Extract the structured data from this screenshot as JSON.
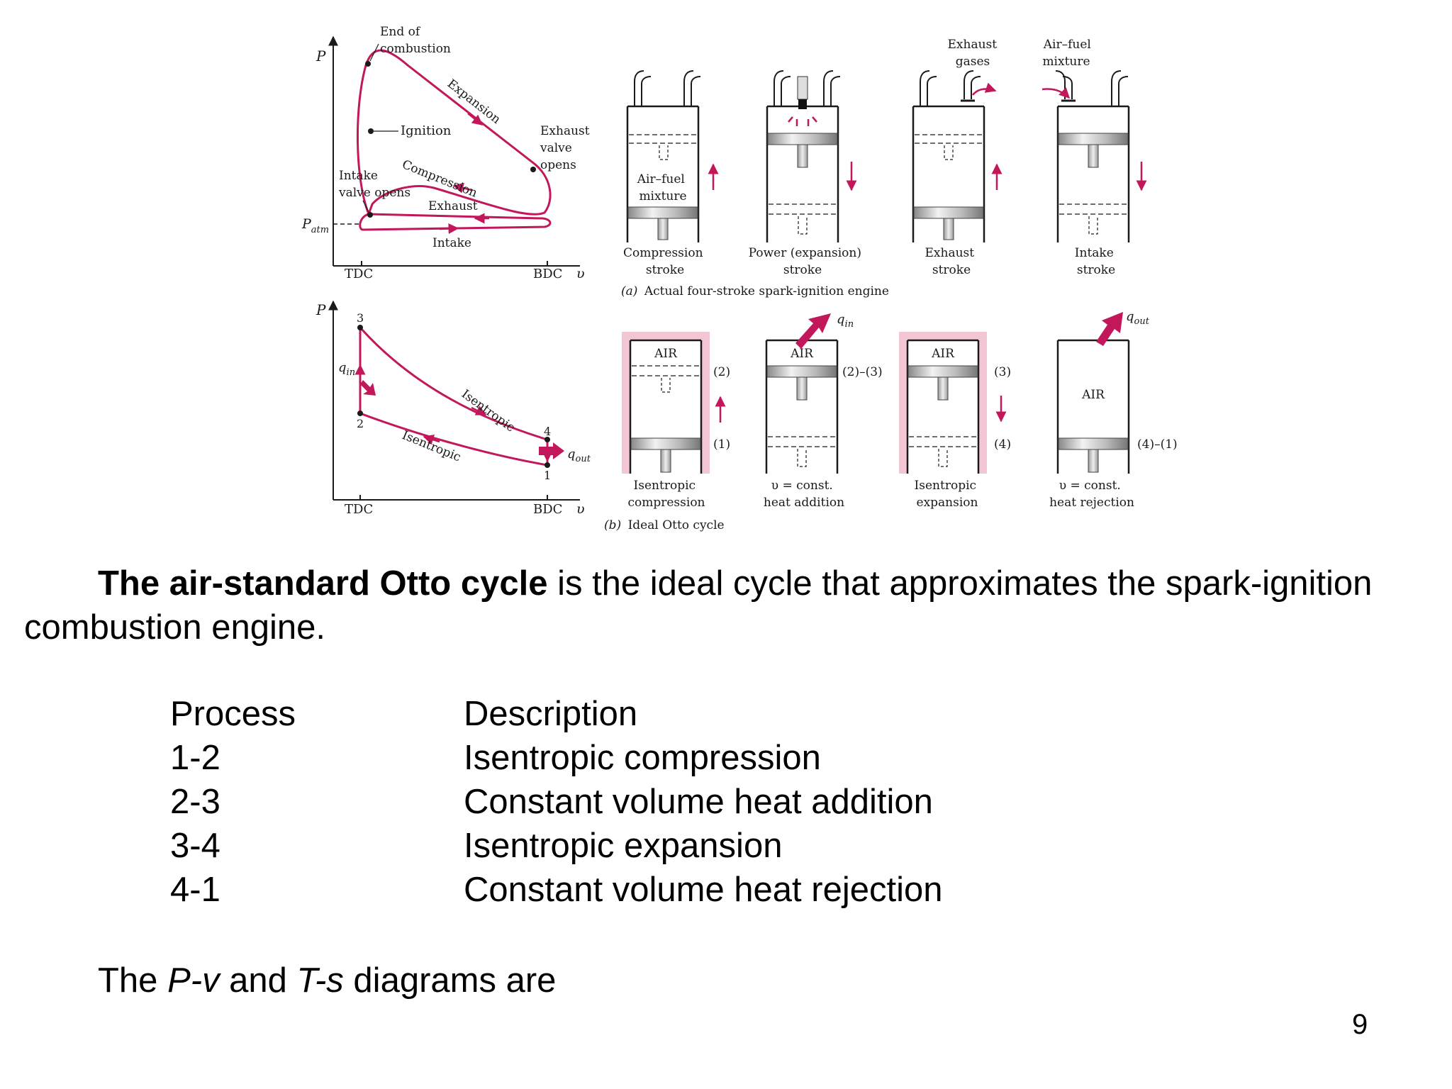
{
  "colors": {
    "accent": "#c2185b",
    "pink_band": "#f3c6d3",
    "line": "#1a1a1a"
  },
  "diagram_a": {
    "axis_p": "P",
    "p_atm": "P",
    "p_atm_sub": "atm",
    "tdc": "TDC",
    "bdc": "BDC",
    "v": "υ",
    "end_of_combustion": [
      "End of",
      "combustion"
    ],
    "ignition": "Ignition",
    "expansion": "Expansion",
    "exhaust_valve_opens": [
      "Exhaust",
      "valve",
      "opens"
    ],
    "intake_valve_opens": [
      "Intake",
      "valve opens"
    ],
    "compression": "Compression",
    "exhaust": "Exhaust",
    "intake": "Intake"
  },
  "engines_a": {
    "air_fuel_mixture_inside": [
      "Air–fuel",
      "mixture"
    ],
    "exhaust_gases": [
      "Exhaust",
      "gases"
    ],
    "air_fuel_mixture_top": [
      "Air–fuel",
      "mixture"
    ],
    "strokes": [
      [
        "Compression",
        "stroke"
      ],
      [
        "Power (expansion)",
        "stroke"
      ],
      [
        "Exhaust",
        "stroke"
      ],
      [
        "Intake",
        "stroke"
      ]
    ],
    "caption_letter": "(a)",
    "caption": "Actual four-stroke spark-ignition engine"
  },
  "diagram_b": {
    "axis_p": "P",
    "tdc": "TDC",
    "bdc": "BDC",
    "v": "υ",
    "points": [
      "1",
      "2",
      "3",
      "4"
    ],
    "q_in": "q",
    "q_in_sub": "in",
    "q_out": "q",
    "q_out_sub": "out",
    "isentropic_upper": "Isentropic",
    "isentropic_lower": "Isentropic"
  },
  "engines_b": {
    "air": "AIR",
    "state_labels": [
      "(2)",
      "(1)",
      "(2)–(3)",
      "(3)",
      "(4)",
      "(4)–(1)"
    ],
    "q_in": "q",
    "q_in_sub": "in",
    "q_out": "q",
    "q_out_sub": "out",
    "processes": [
      [
        "Isentropic",
        "compression"
      ],
      [
        "υ = const.",
        "heat addition"
      ],
      [
        "Isentropic",
        "expansion"
      ],
      [
        "υ = const.",
        "heat rejection"
      ]
    ],
    "caption_letter": "(b)",
    "caption": "Ideal Otto cycle"
  },
  "intro": {
    "bold": "The air-standard Otto cycle",
    "rest": " is the ideal cycle that approximates the spark-ignition",
    "line2": "combustion engine."
  },
  "table": {
    "headers": [
      "Process",
      "Description"
    ],
    "rows": [
      [
        "1-2",
        "Isentropic compression"
      ],
      [
        "2-3",
        "Constant volume heat addition"
      ],
      [
        "3-4",
        "Isentropic expansion"
      ],
      [
        "4-1",
        "Constant volume heat rejection"
      ]
    ]
  },
  "closing": {
    "pre": "The ",
    "pv": "P-v",
    "mid": " and ",
    "ts": "T-s",
    "post": " diagrams are"
  },
  "page_number": "9"
}
